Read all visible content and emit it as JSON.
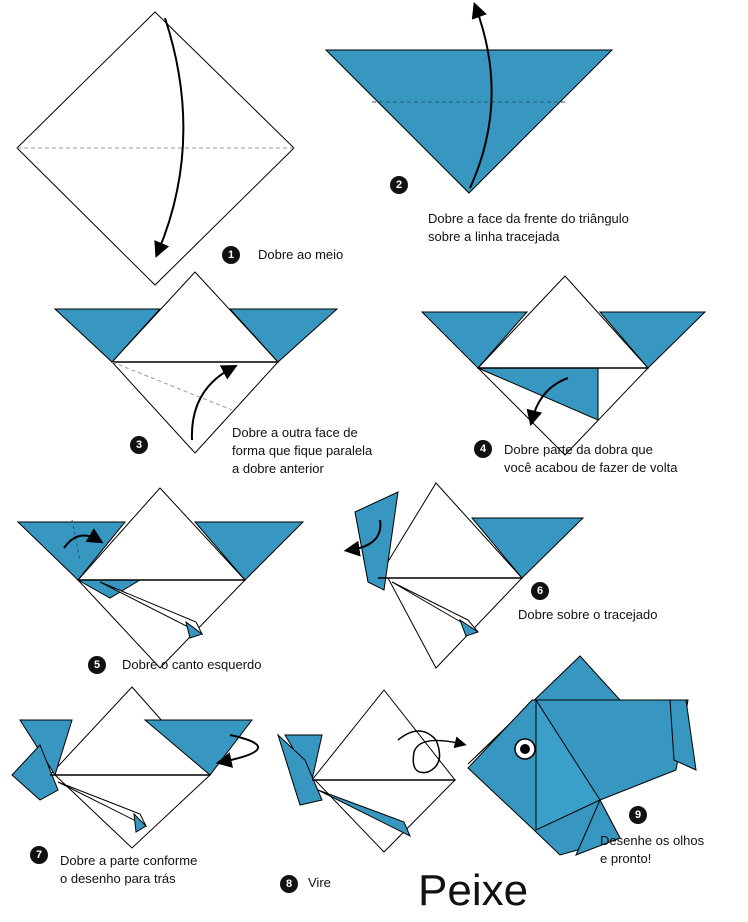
{
  "title": "Peixe",
  "colors": {
    "paper_blue": "#3797c0",
    "outline": "#000000",
    "paper_white": "#ffffff"
  },
  "steps": [
    {
      "num": "1",
      "lines": [
        "Dobre ao meio"
      ]
    },
    {
      "num": "2",
      "lines": [
        "Dobre a face da frente do triângulo",
        "sobre a linha tracejada"
      ]
    },
    {
      "num": "3",
      "lines": [
        "Dobre a outra face de",
        "forma que fique paralela",
        "a dobre anterior"
      ]
    },
    {
      "num": "4",
      "lines": [
        "Dobre parte da dobra que",
        "você acabou de fazer de volta"
      ]
    },
    {
      "num": "5",
      "lines": [
        "Dobre o canto esquerdo"
      ]
    },
    {
      "num": "6",
      "lines": [
        "Dobre sobre o tracejado"
      ]
    },
    {
      "num": "7",
      "lines": [
        "Dobre a parte conforme",
        "o desenho para trás"
      ]
    },
    {
      "num": "8",
      "lines": [
        "Vire"
      ]
    },
    {
      "num": "9",
      "lines": [
        "Desenhe os olhos",
        "e pronto!"
      ]
    }
  ]
}
